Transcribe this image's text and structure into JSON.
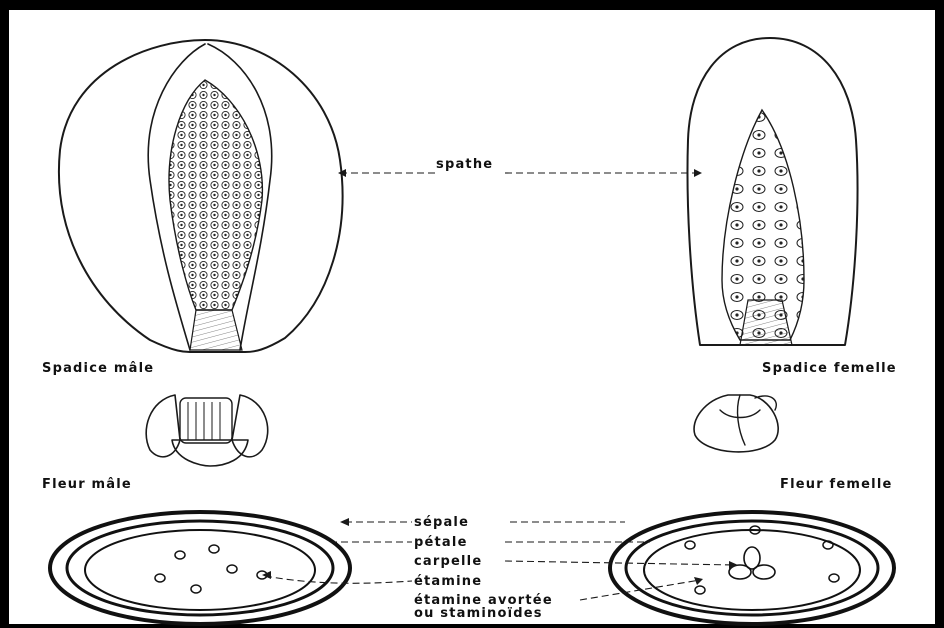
{
  "labels": {
    "spathe": "spathe",
    "spadice_male": "Spadice mâle",
    "spadice_femelle": "Spadice femelle",
    "fleur_male": "Fleur mâle",
    "fleur_femelle": "Fleur femelle",
    "sepale": "sépale",
    "petale": "pétale",
    "carpelle": "carpelle",
    "etamine": "étamine",
    "etamine_avortee_line1": "étamine avortée",
    "etamine_avortee_line2": "ou staminoïdes"
  },
  "colors": {
    "frame": "#000000",
    "paper": "#ffffff",
    "ink": "#1a1a1a"
  }
}
